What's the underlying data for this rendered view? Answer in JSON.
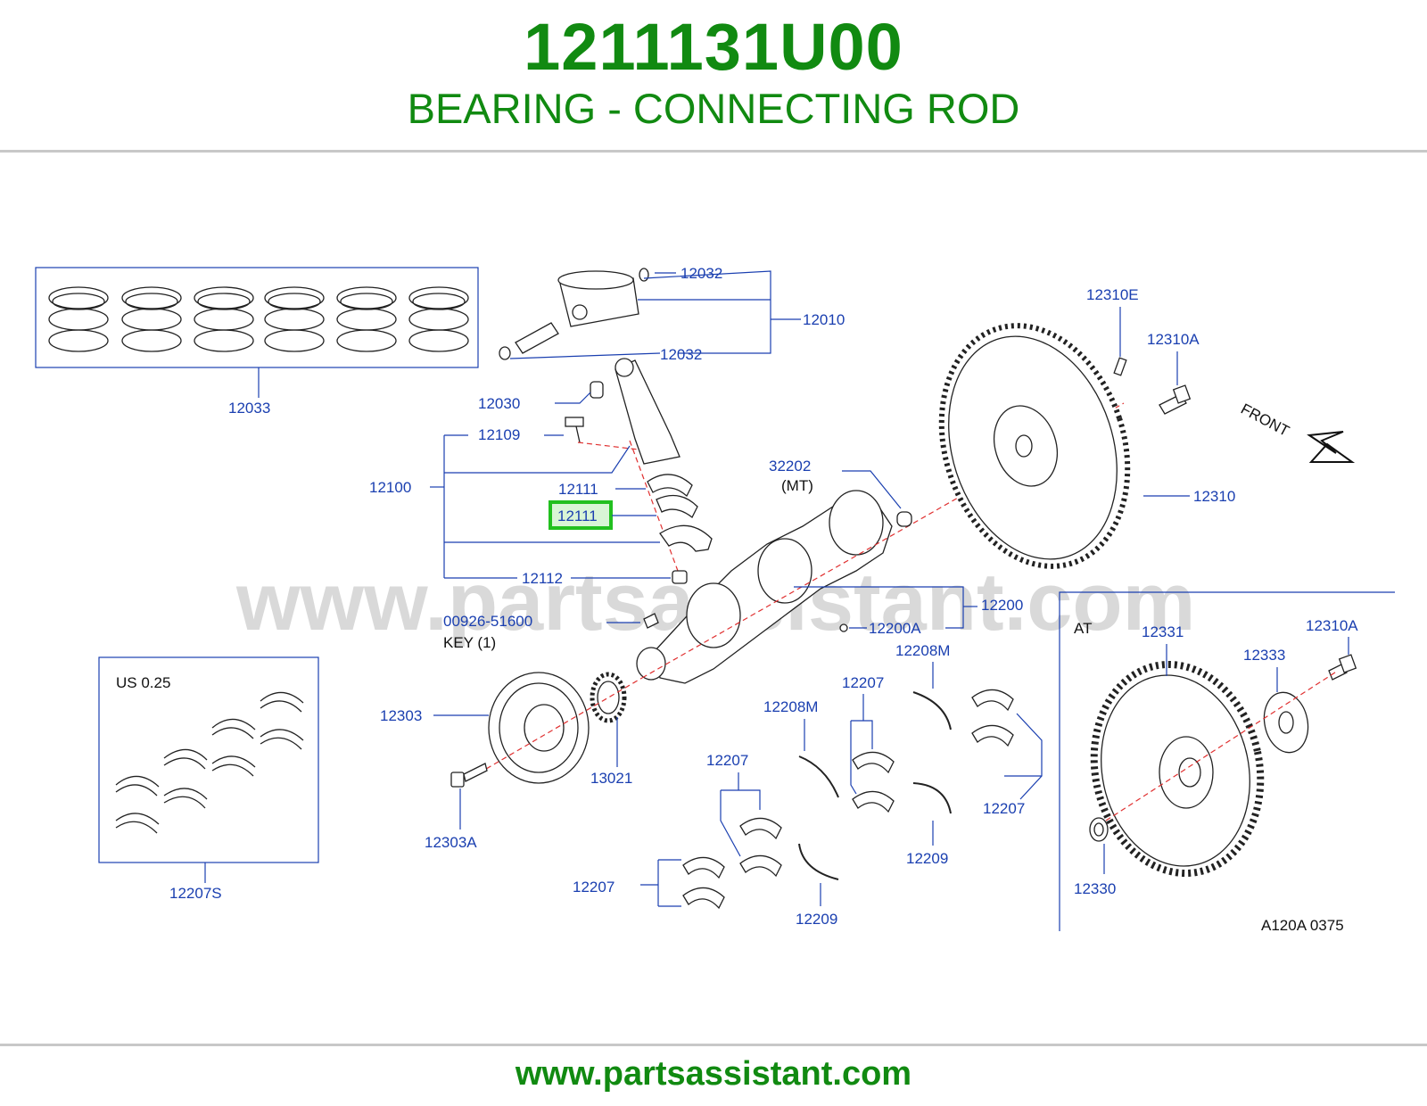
{
  "header": {
    "part_number": "1211131U00",
    "part_name": "BEARING - CONNECTING ROD"
  },
  "diagram": {
    "watermark": "www.partsassistant.com",
    "front_label": "FRONT",
    "at_label": "AT",
    "us_label": "US   0.25",
    "mt_label": "(MT)",
    "key_label": "KEY   (1)",
    "drawing_code": "A120A   0375",
    "highlighted_callout": "12111",
    "callouts": {
      "c12033": "12033",
      "c12032a": "12032",
      "c12032b": "12032",
      "c12010": "12010",
      "c12030": "12030",
      "c12109": "12109",
      "c12100": "12100",
      "c12111a": "12111",
      "c12112": "12112",
      "c0092651600": "00926-51600",
      "c32202": "32202",
      "c12310E": "12310E",
      "c12310A": "12310A",
      "c12310": "12310",
      "c12200": "12200",
      "c12200A": "12200A",
      "c12208Ma": "12208M",
      "c12208Mb": "12208M",
      "c12207a": "12207",
      "c12207b": "12207",
      "c12207c": "12207",
      "c12207d": "12207",
      "c12209a": "12209",
      "c12209b": "12209",
      "c12303": "12303",
      "c12303A": "12303A",
      "c13021": "13021",
      "c12207S": "12207S",
      "c12331": "12331",
      "c12333": "12333",
      "c12310A2": "12310A",
      "c12330": "12330"
    }
  },
  "footer": {
    "url": "www.partsassistant.com"
  },
  "colors": {
    "brand_green": "#118a11",
    "callout_blue": "#1a3fb0",
    "highlight_green": "#22c01f",
    "centerline_red": "#e03030"
  }
}
